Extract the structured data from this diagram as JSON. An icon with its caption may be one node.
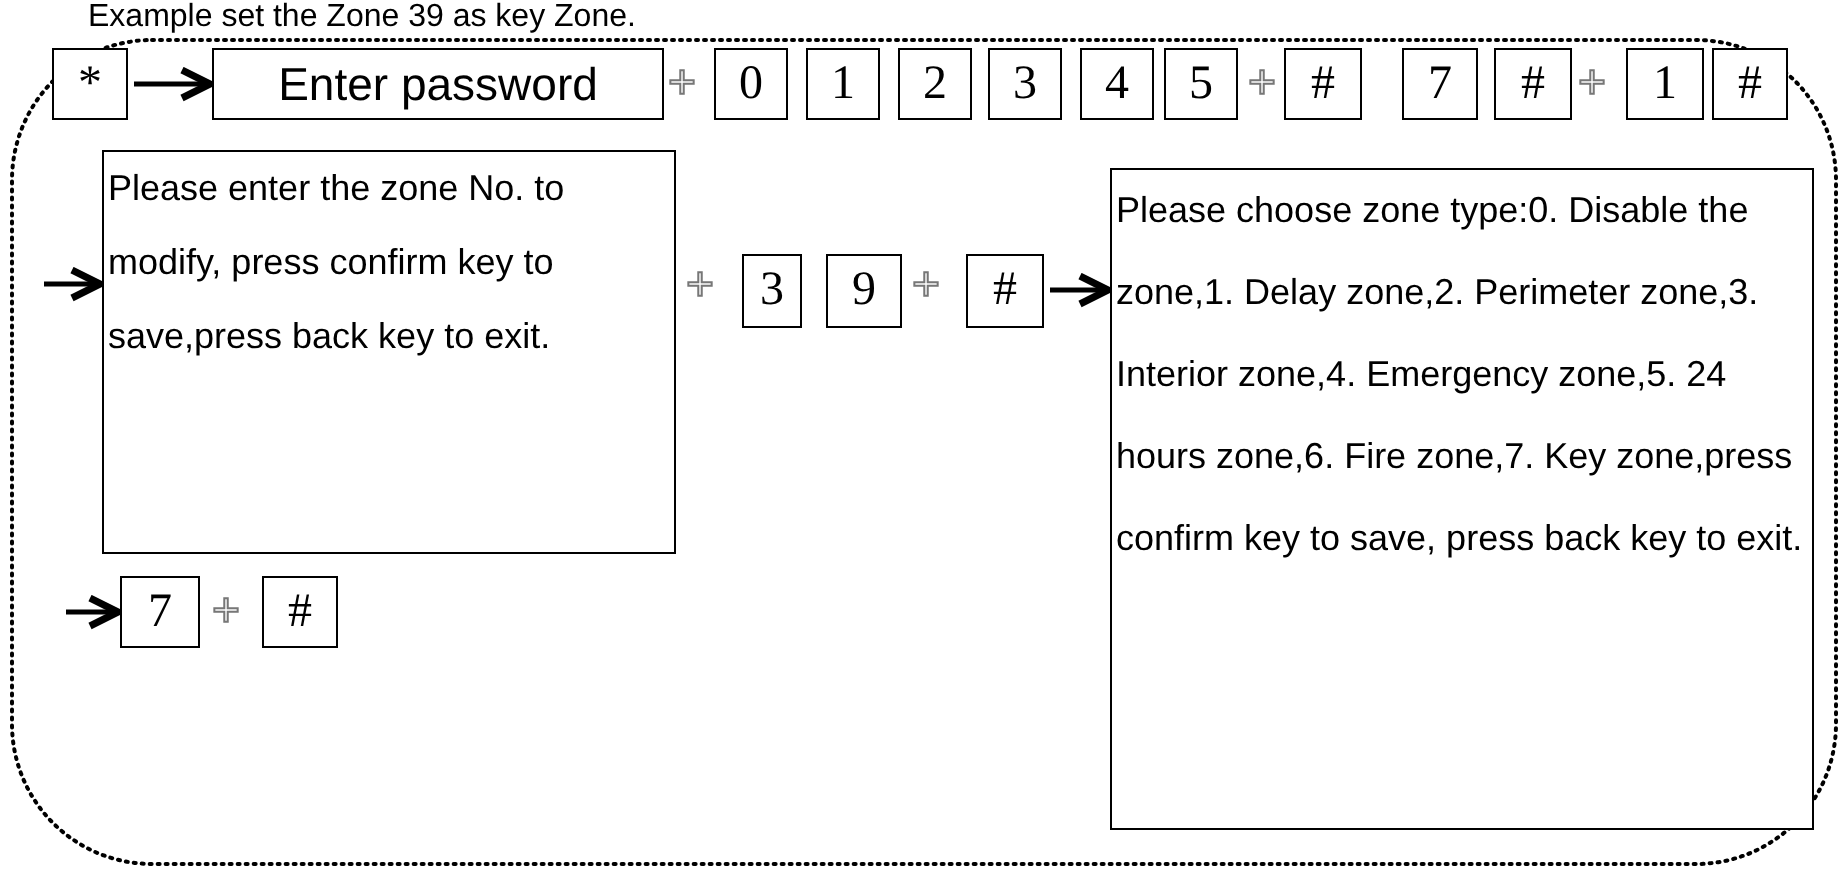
{
  "diagram": {
    "title": "Example set the Zone 39 as key Zone.",
    "nodes": [
      {
        "text": [
          "*"
        ]
      },
      {
        "text": [
          "Enter password"
        ]
      },
      {
        "text": [
          "0"
        ]
      },
      {
        "text": [
          "1"
        ]
      },
      {
        "text": [
          "2"
        ]
      },
      {
        "text": [
          "3"
        ]
      },
      {
        "text": [
          "4"
        ]
      },
      {
        "text": [
          "5"
        ]
      },
      {
        "text": [
          "#"
        ]
      },
      {
        "text": [
          "7"
        ]
      },
      {
        "text": [
          "#"
        ]
      },
      {
        "text": [
          "1"
        ]
      },
      {
        "text": [
          "#"
        ]
      },
      {
        "text": [
          "Please enter the zone No. to modify, press confirm key to save,press back key to exit."
        ]
      },
      {
        "text": [
          "3"
        ]
      },
      {
        "text": [
          "9"
        ]
      },
      {
        "text": [
          "#"
        ]
      },
      {
        "text": [
          "Please choose zone type:0. Disable the zone,1. Delay zone,2. Perimeter zone,3. Interior zone,4. Emergency zone,5. 24 hours zone,6. Fire zone,7. Key zone,press confirm key to save, press back key to exit."
        ]
      },
      {
        "text": [
          "7"
        ]
      },
      {
        "text": [
          "#"
        ]
      }
    ],
    "edges": [
      {
        "from": 0,
        "to": 1,
        "arrow": "to"
      },
      {
        "from": null,
        "to": 13,
        "arrow": "to"
      },
      {
        "from": 16,
        "to": 17,
        "arrow": "to"
      },
      {
        "from": null,
        "to": 18,
        "arrow": "to"
      }
    ],
    "labels": [
      "+",
      "+",
      "+",
      "+",
      "+",
      "+"
    ]
  }
}
